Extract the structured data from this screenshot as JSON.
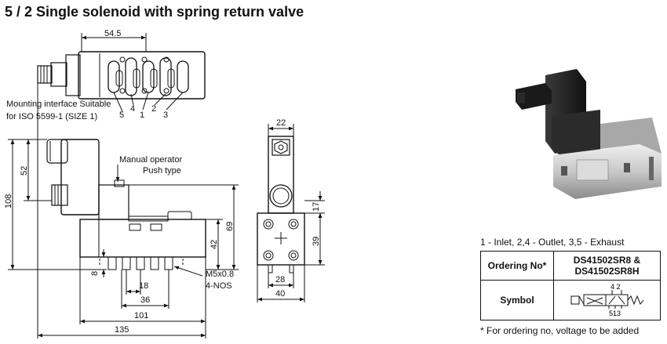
{
  "title": "5 / 2 Single solenoid with spring return valve",
  "top_view": {
    "dim_width": "54.5",
    "mount_note_1": "Mounting interface Suitable",
    "mount_note_2": "for ISO 5599-1 (SIZE 1)",
    "port_labels": [
      "5",
      "4",
      "1",
      "2",
      "3"
    ]
  },
  "front_view": {
    "dim_height_total": "108",
    "dim_coil": "52",
    "manual_operator_1": "Manual operator",
    "manual_operator_2": "Push type",
    "dim_69": "69",
    "dim_42": "42",
    "dim_8": "8",
    "thread_1": "M5x0.8",
    "thread_2": "4-NOS",
    "dim_18": "18",
    "dim_36": "36",
    "dim_101": "101",
    "dim_135": "135"
  },
  "side_view": {
    "dim_22": "22",
    "dim_17": "17",
    "dim_39": "39",
    "dim_28": "28",
    "dim_40": "40"
  },
  "ports_legend": "1 - Inlet,     2,4 - Outlet,     3,5 - Exhaust",
  "ordering": {
    "header": "Ordering No*",
    "value_1": "DS41502SR8 &",
    "value_2": "DS41502SR8H",
    "symbol_label": "Symbol",
    "symbol_top": "4 2",
    "symbol_bottom": "513"
  },
  "footnote": "* For ordering no, voltage to be added"
}
